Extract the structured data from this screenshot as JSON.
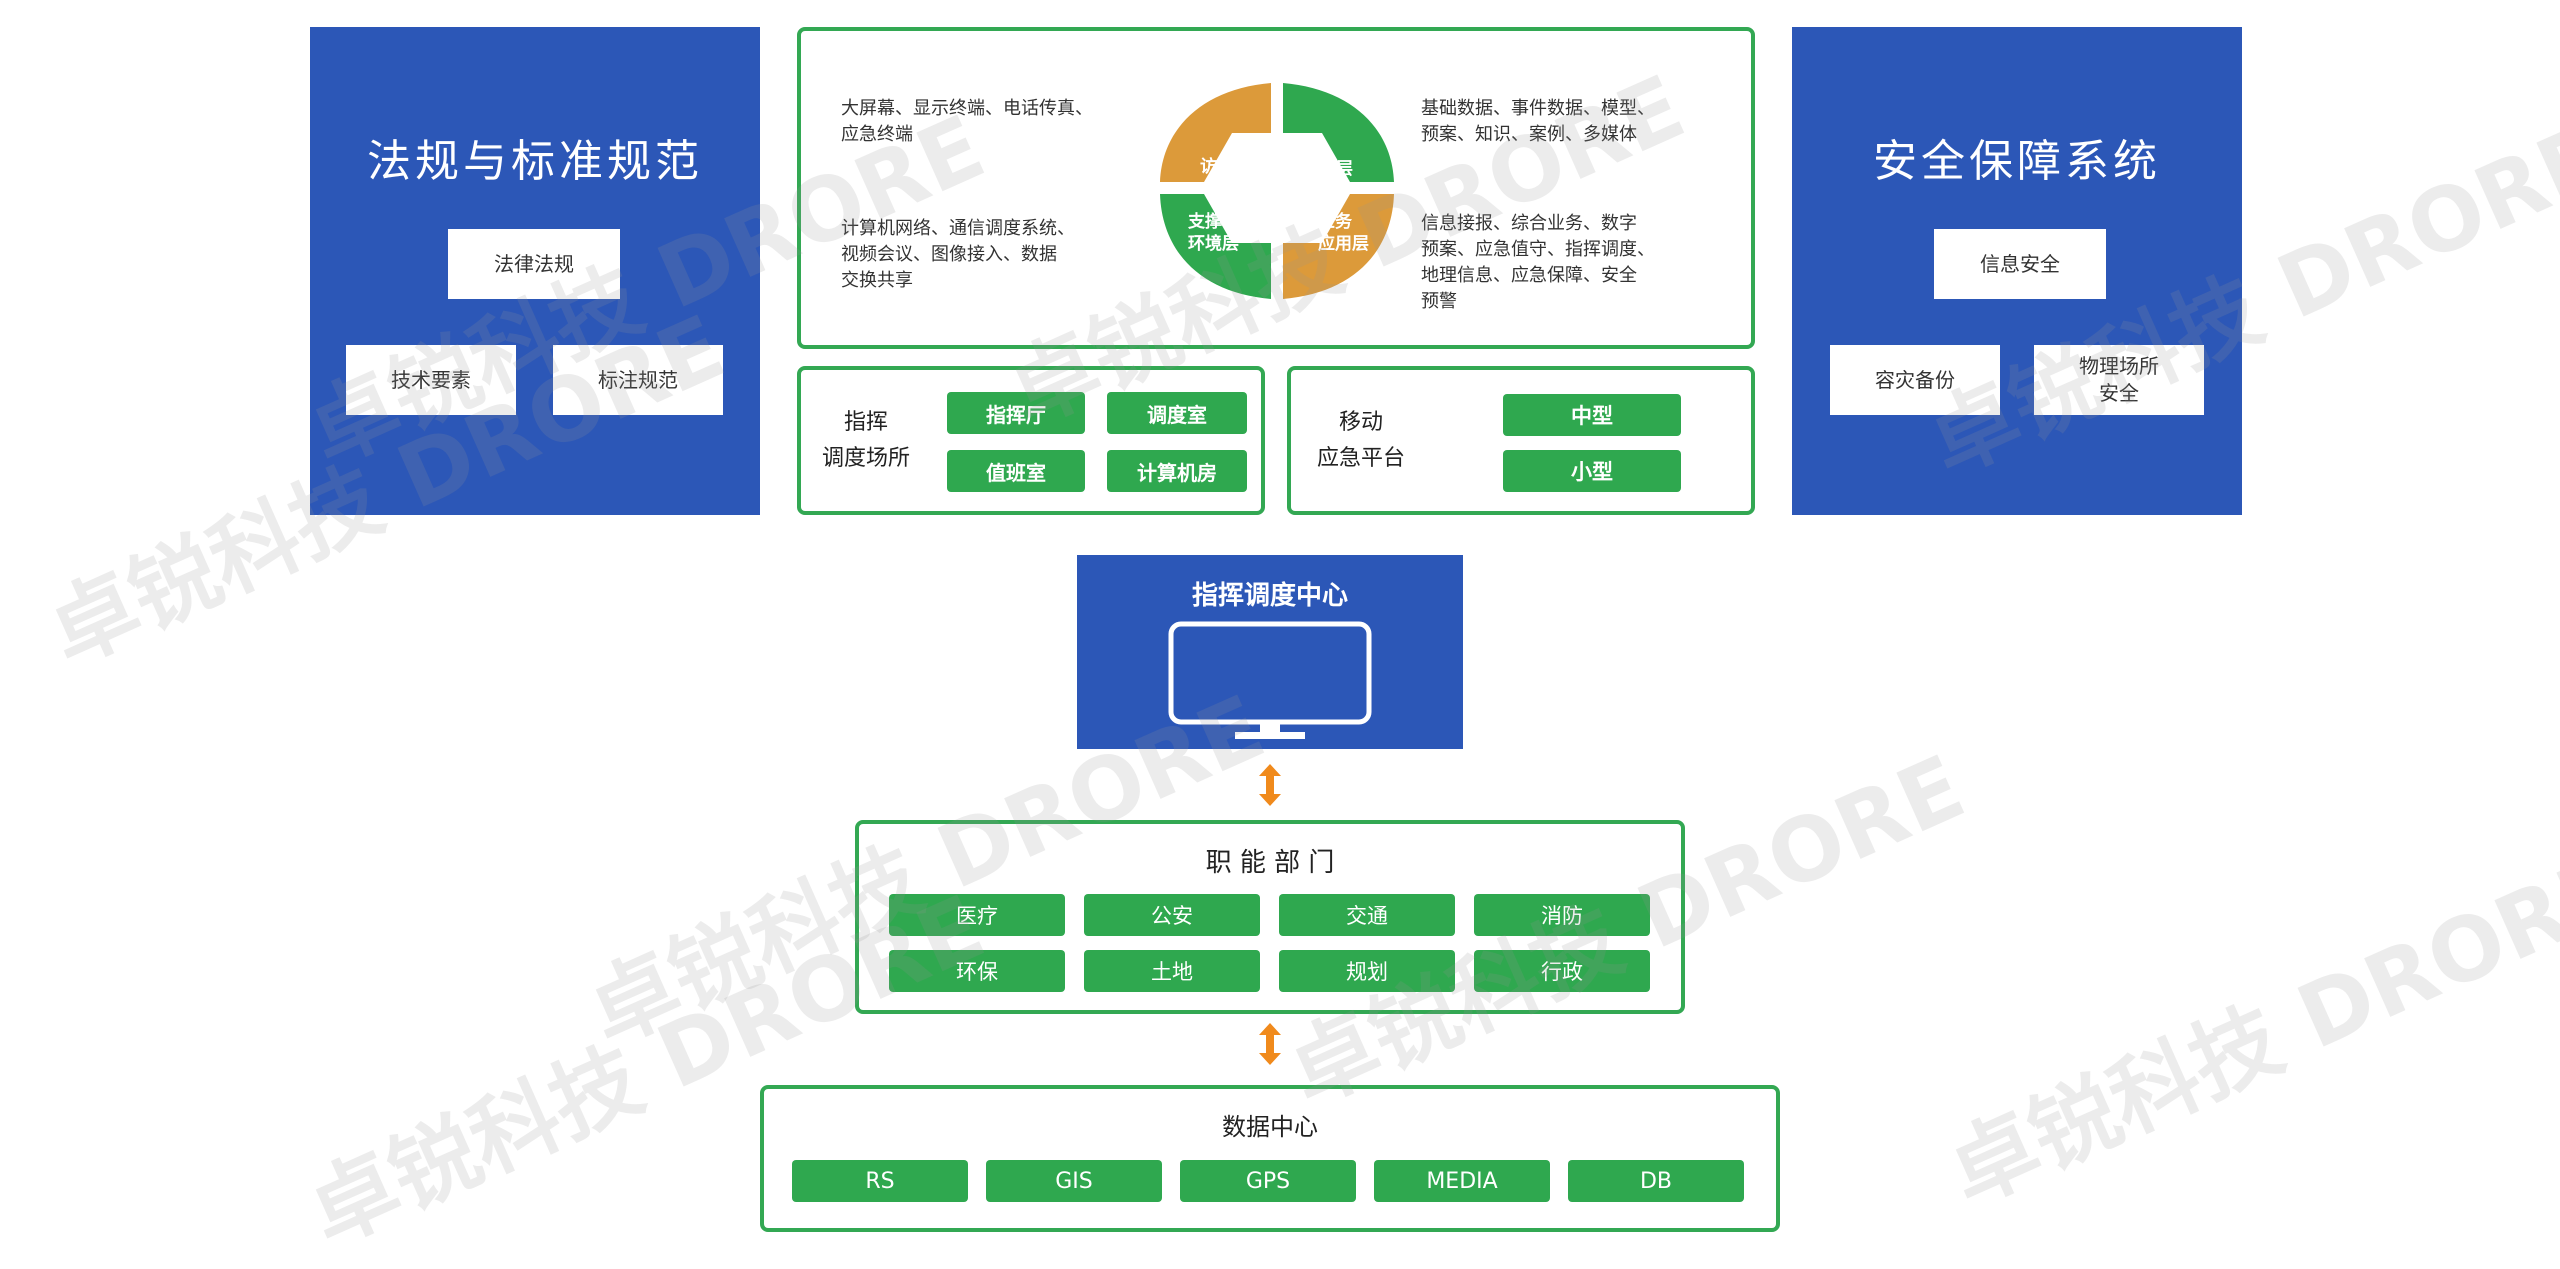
{
  "left_panel": {
    "title": "法规与标准规范",
    "items": [
      "法律法规",
      "技术要素",
      "标注规范"
    ]
  },
  "right_panel": {
    "title": "安全保障系统",
    "items": [
      "信息安全",
      "容灾备份",
      "物理场所\n安全"
    ]
  },
  "layers": {
    "access_layer": "访问层",
    "data_layer": "数据层",
    "support_layer": "支撑\n环境层",
    "business_layer": "业务\n应用层",
    "access_desc": "大屏幕、显示终端、电话传真、\n应急终端",
    "data_desc": "基础数据、事件数据、模型、\n预案、知识、案例、多媒体",
    "support_desc": "计算机网络、通信调度系统、\n视频会议、图像接入、数据\n交换共享",
    "business_desc": "信息接报、综合业务、数字\n预案、应急值守、指挥调度、\n地理信息、应急保障、安全\n预警"
  },
  "command_venue": {
    "label": "指挥\n调度场所",
    "rooms": [
      "指挥厅",
      "调度室",
      "值班室",
      "计算机房"
    ]
  },
  "mobile_platform": {
    "label": "移动\n应急平台",
    "types": [
      "中型",
      "小型"
    ]
  },
  "command_center": {
    "title": "指挥调度中心",
    "icon": "monitor-icon"
  },
  "departments": {
    "title": "职 能 部 门",
    "items": [
      "医疗",
      "公安",
      "交通",
      "消防",
      "环保",
      "土地",
      "规划",
      "行政"
    ]
  },
  "data_center": {
    "title": "数据中心",
    "items": [
      "RS",
      "GIS",
      "GPS",
      "MEDIA",
      "DB"
    ]
  },
  "watermark_text": [
    "卓锐科技 DRORE",
    "卓锐科技 DRORE",
    "卓锐科技 DRORE",
    "卓锐科技 DRORE",
    "卓锐科技 DRORE",
    "卓锐科技 DRORE",
    "卓锐科技 DRORE",
    "卓锐科技 DRORE"
  ],
  "colors": {
    "blue": "#2c57b7",
    "green": "#2fa84f",
    "orange": "#dc9a3a",
    "arrow": "#f08a1c"
  }
}
